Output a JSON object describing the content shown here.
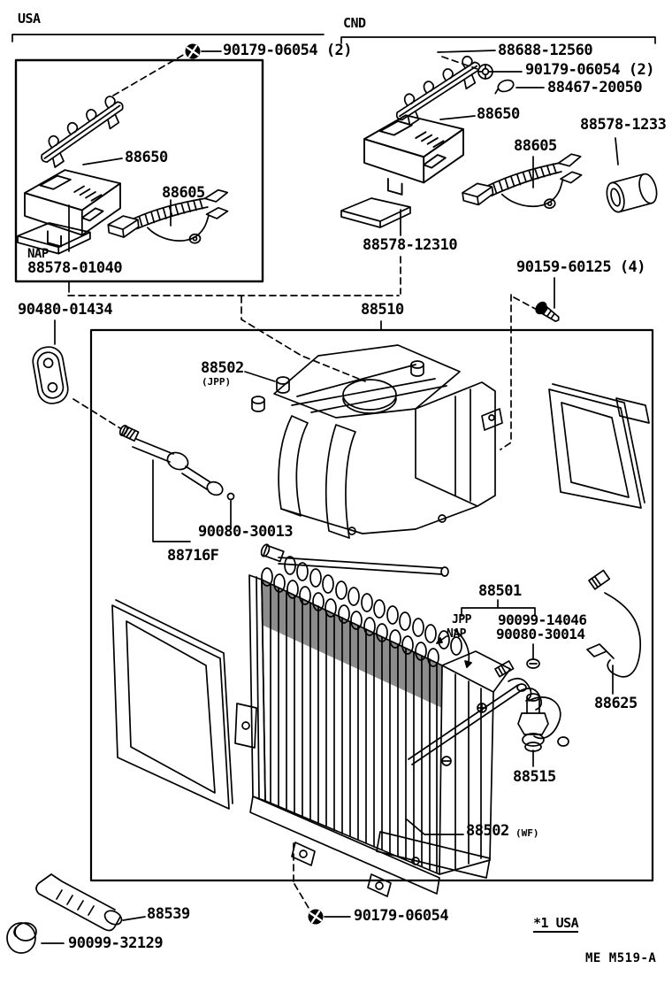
{
  "figure": {
    "region_usa": "USA",
    "region_cnd": "CND",
    "note": "*1 USA",
    "page_code": "ME M519-A"
  },
  "colors": {
    "ink": "#000000",
    "paper": "#ffffff"
  },
  "callouts": {
    "screw_usa": "90179-06054 (2)",
    "bracket_cnd": "88688-12560",
    "screw_cnd": "90179-06054 (2)",
    "packing_cnd": "88467-20050",
    "amplifier_cnd": "88650",
    "harness_cnd": "88605",
    "boot_cnd": "88578-1233",
    "amplifier_usa": "88650",
    "harness_usa": "88605",
    "resistor_cnd": "88578-12310",
    "plant_nap_usa": "NAP",
    "resistor_usa": "88578-01040",
    "screw_tapping": "90159-60125 (4)",
    "grommet": "90480-01434",
    "unit_assembly": "88510",
    "case_upper": "88502",
    "case_upper_plant": "(JPP)",
    "oring": "90080-30013",
    "tube": "88716F",
    "evaporator": "88501",
    "evap_plant_jpp": "JPP",
    "evap_plant_nap": "NAP",
    "screw_jpp": "90099-14046",
    "screw_nap": "90080-30014",
    "thermistor": "88625",
    "holder": "88515",
    "case_lower": "88502",
    "case_lower_plant": "(WF)",
    "hose": "88539",
    "screw_bottom": "90179-06054",
    "cap": "90099-32129"
  }
}
